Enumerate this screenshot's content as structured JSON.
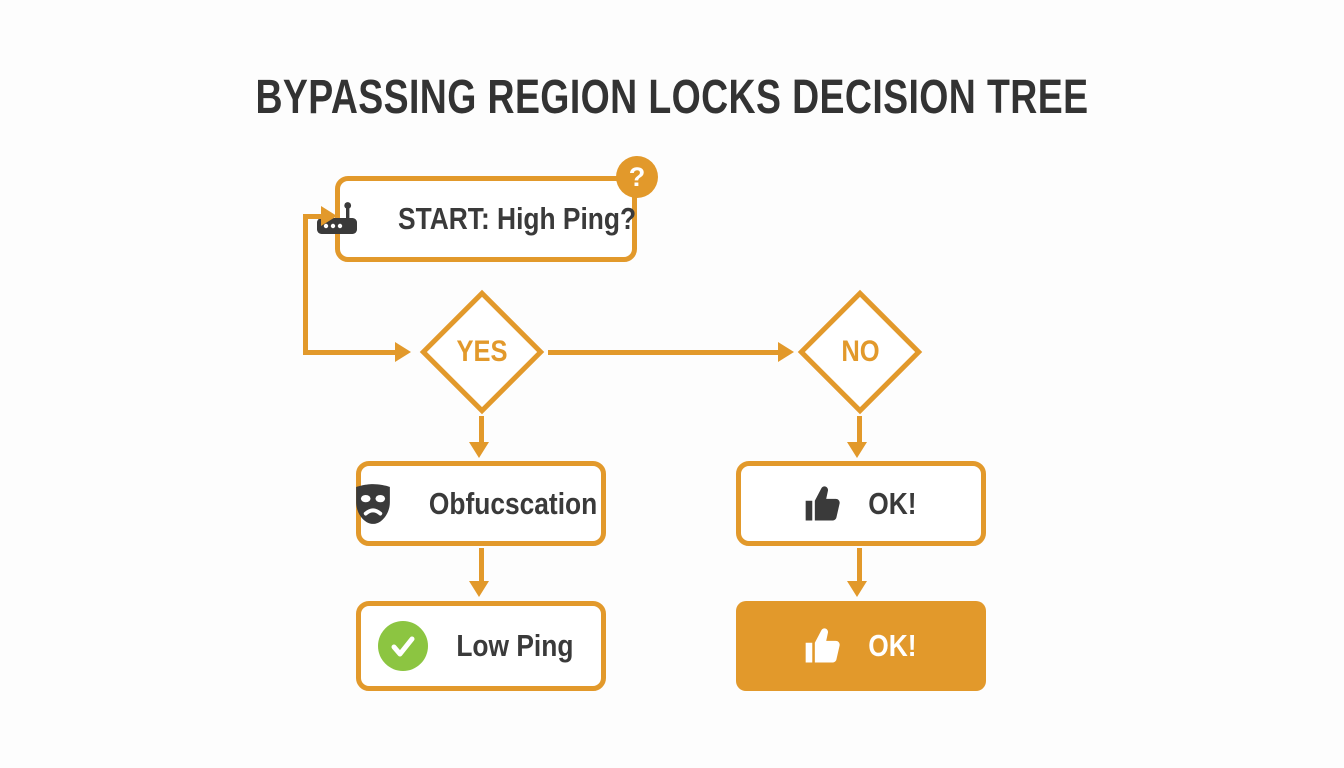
{
  "title": "BYPASSING REGION LOCKS DECISION TREE",
  "colors": {
    "orange": "#E2992B",
    "dark": "#3A3A3A",
    "green": "#8CC541",
    "background": "#FDFDFD"
  },
  "flowchart": {
    "start": {
      "label": "START: High Ping?",
      "icon": "router-icon",
      "badge": "?"
    },
    "decisions": [
      {
        "label": "YES"
      },
      {
        "label": "NO"
      }
    ],
    "yes_branch": [
      {
        "label": "Obfucscation",
        "icon": "theater-mask-icon"
      },
      {
        "label": "Low Ping",
        "icon": "check-icon"
      }
    ],
    "no_branch": [
      {
        "label": "OK!",
        "icon": "thumbs-up-icon",
        "style": "outlined"
      },
      {
        "label": "OK!",
        "icon": "thumbs-up-icon",
        "style": "filled"
      }
    ]
  }
}
